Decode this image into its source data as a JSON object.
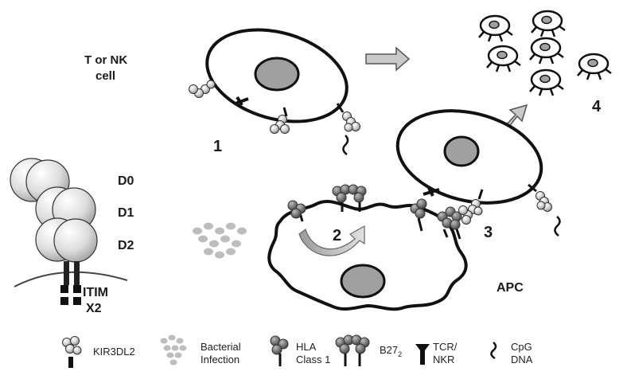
{
  "labels": {
    "t_nk_line1": "T or NK",
    "t_nk_line2": "cell",
    "d0": "D0",
    "d1": "D1",
    "d2": "D2",
    "itim": "ITIM",
    "x2": "X2",
    "step1": "1",
    "step2": "2",
    "step3": "3",
    "step4": "4",
    "apc": "APC"
  },
  "legend": {
    "kir": "KIR3DL2",
    "bacterial_line1": "Bacterial",
    "bacterial_line2": "Infection",
    "hla_line1": "HLA",
    "hla_line2": "Class 1",
    "b27_base": "B27",
    "b27_sub": "2",
    "tcr_line1": "TCR/",
    "tcr_line2": "NKR",
    "cpg_line1": "CpG",
    "cpg_line2": "DNA"
  },
  "colors": {
    "ball_light": "#d4d4d4",
    "ball_mid": "#a8a8a8",
    "ball_dark": "#6e6e6e",
    "nucleus": "#a0a0a0",
    "dots": "#bdbdbd"
  }
}
